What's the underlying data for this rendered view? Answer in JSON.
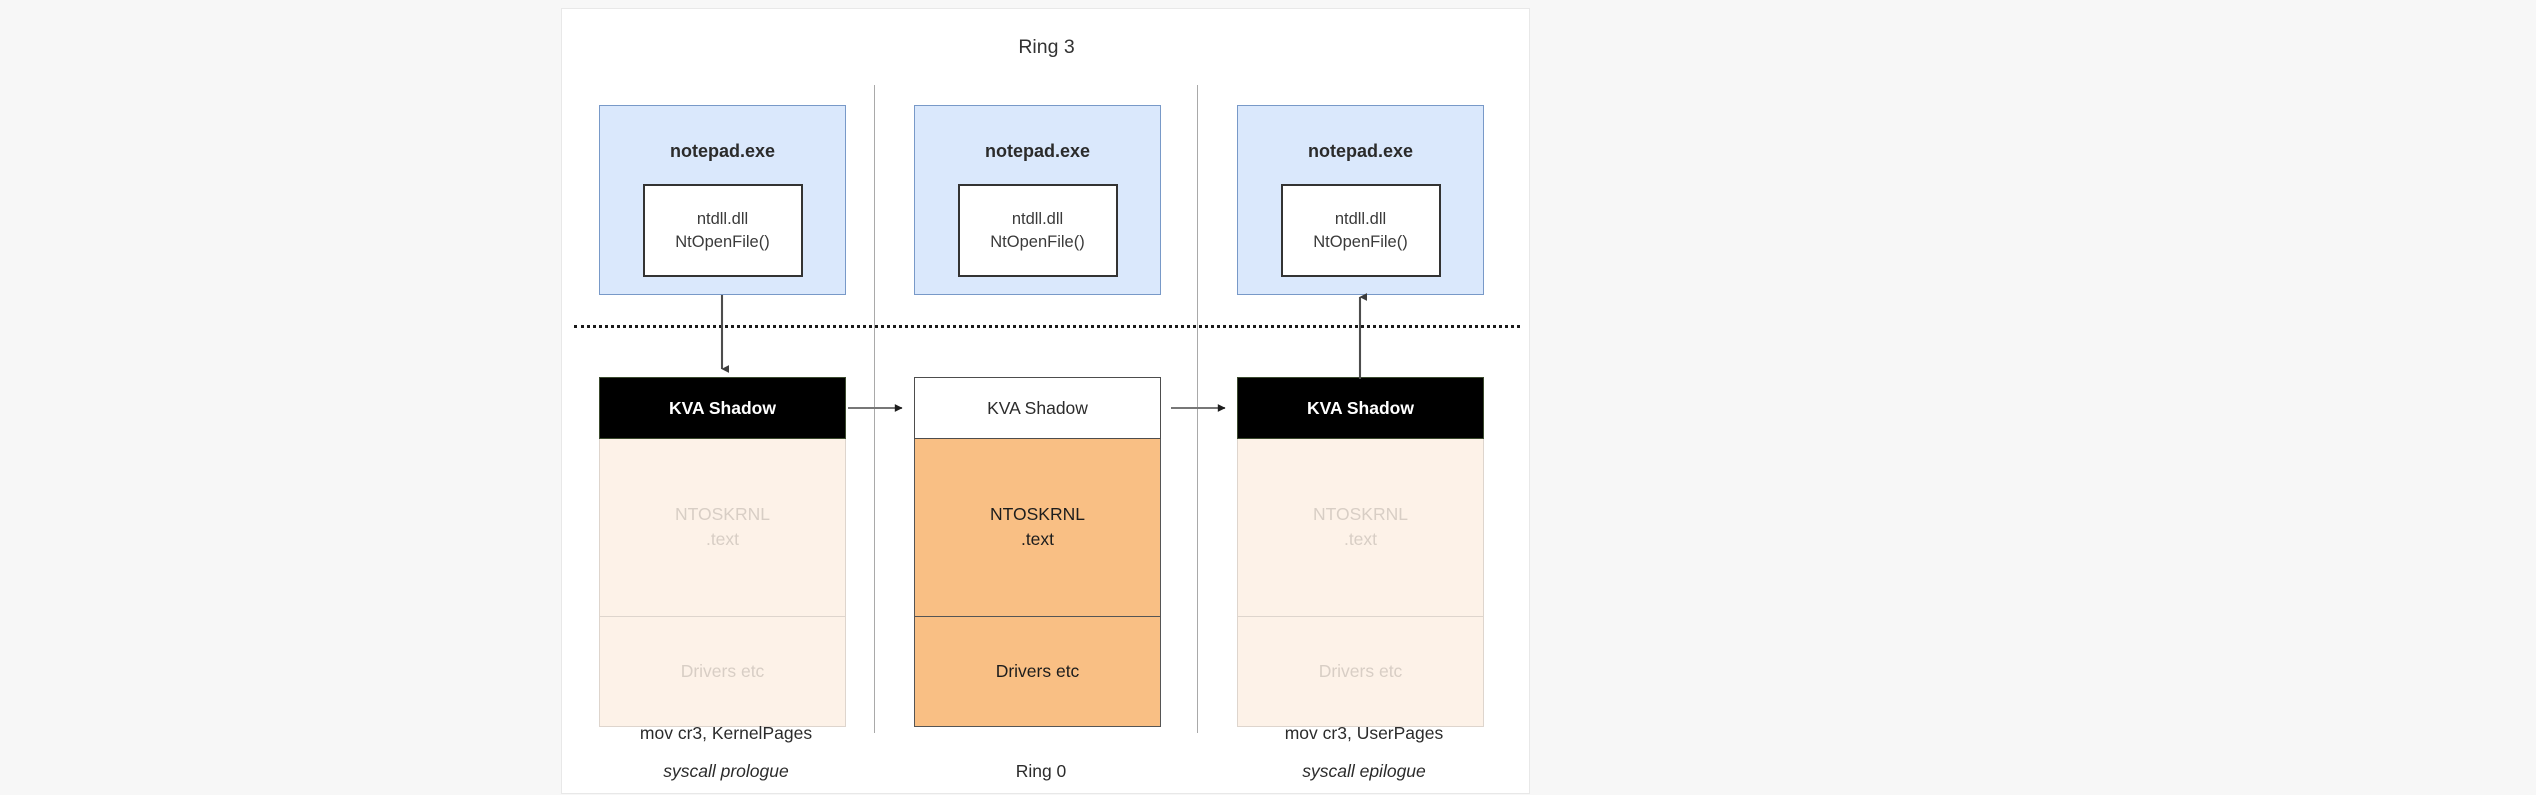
{
  "diagram": {
    "title": "Ring 3",
    "bottom_center_label": "Ring 0",
    "user_mode_label": "Ring 3",
    "kernel_mode_label": "Ring 0"
  },
  "columns": [
    {
      "id": "syscall-prologue",
      "process": {
        "name": "notepad.exe",
        "module_line1": "ntdll.dll",
        "module_line2": "NtOpenFile()"
      },
      "kernel": {
        "kva_shadow_label": "KVA Shadow",
        "kva_shadow_style": "dark",
        "ntoskrnl_line1": "NTOSKRNL",
        "ntoskrnl_line2": ".text",
        "drivers_label": "Drivers etc",
        "pages_state": "faded"
      },
      "caption_primary": "mov cr3, KernelPages",
      "caption_secondary": "syscall prologue",
      "arrow": "down"
    },
    {
      "id": "ring0",
      "process": {
        "name": "notepad.exe",
        "module_line1": "ntdll.dll",
        "module_line2": "NtOpenFile()"
      },
      "kernel": {
        "kva_shadow_label": "KVA Shadow",
        "kva_shadow_style": "light",
        "ntoskrnl_line1": "NTOSKRNL",
        "ntoskrnl_line2": ".text",
        "drivers_label": "Drivers etc",
        "pages_state": "active"
      },
      "caption_primary": "",
      "caption_secondary": "Ring 0",
      "arrow": "none"
    },
    {
      "id": "syscall-epilogue",
      "process": {
        "name": "notepad.exe",
        "module_line1": "ntdll.dll",
        "module_line2": "NtOpenFile()"
      },
      "kernel": {
        "kva_shadow_label": "KVA Shadow",
        "kva_shadow_style": "dark",
        "ntoskrnl_line1": "NTOSKRNL",
        "ntoskrnl_line2": ".text",
        "drivers_label": "Drivers etc",
        "pages_state": "faded"
      },
      "caption_primary": "mov cr3, UserPages",
      "caption_secondary": "syscall epilogue",
      "arrow": "up"
    }
  ],
  "colors": {
    "user_process_fill": "#dae8fc",
    "user_process_border": "#7899c8",
    "kva_shadow_dark_fill": "#000000",
    "kva_shadow_light_fill": "#ffffff",
    "kernel_active_fill": "#f9bf84",
    "kernel_faded_fill": "#fdf2e8",
    "faded_text": "#d8cec5",
    "card_background": "#ffffff",
    "page_background": "#f7f7f7",
    "arrow_stroke": "#4d4d4d",
    "divider_dash": "#1a1a1a"
  }
}
